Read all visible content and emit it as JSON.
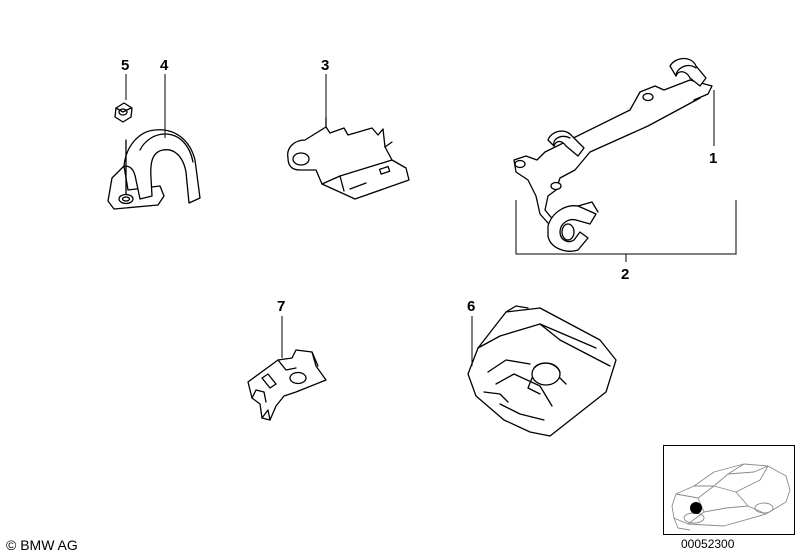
{
  "callouts": {
    "item_1": "1",
    "item_2": "2",
    "item_3": "3",
    "item_4": "4",
    "item_5": "5",
    "item_6": "6",
    "item_7": "7"
  },
  "footer": {
    "copyright": "© BMW AG",
    "doc_number": "00052300"
  },
  "icons": {
    "part_4": "strap-clamp-icon",
    "part_5": "hex-nut-icon",
    "part_3": "mounting-bracket-icon",
    "part_1": "pipe-holder-bracket-icon",
    "part_7": "clip-bracket-icon",
    "part_6": "cover-cap-icon",
    "locator": "vehicle-locator-icon"
  }
}
